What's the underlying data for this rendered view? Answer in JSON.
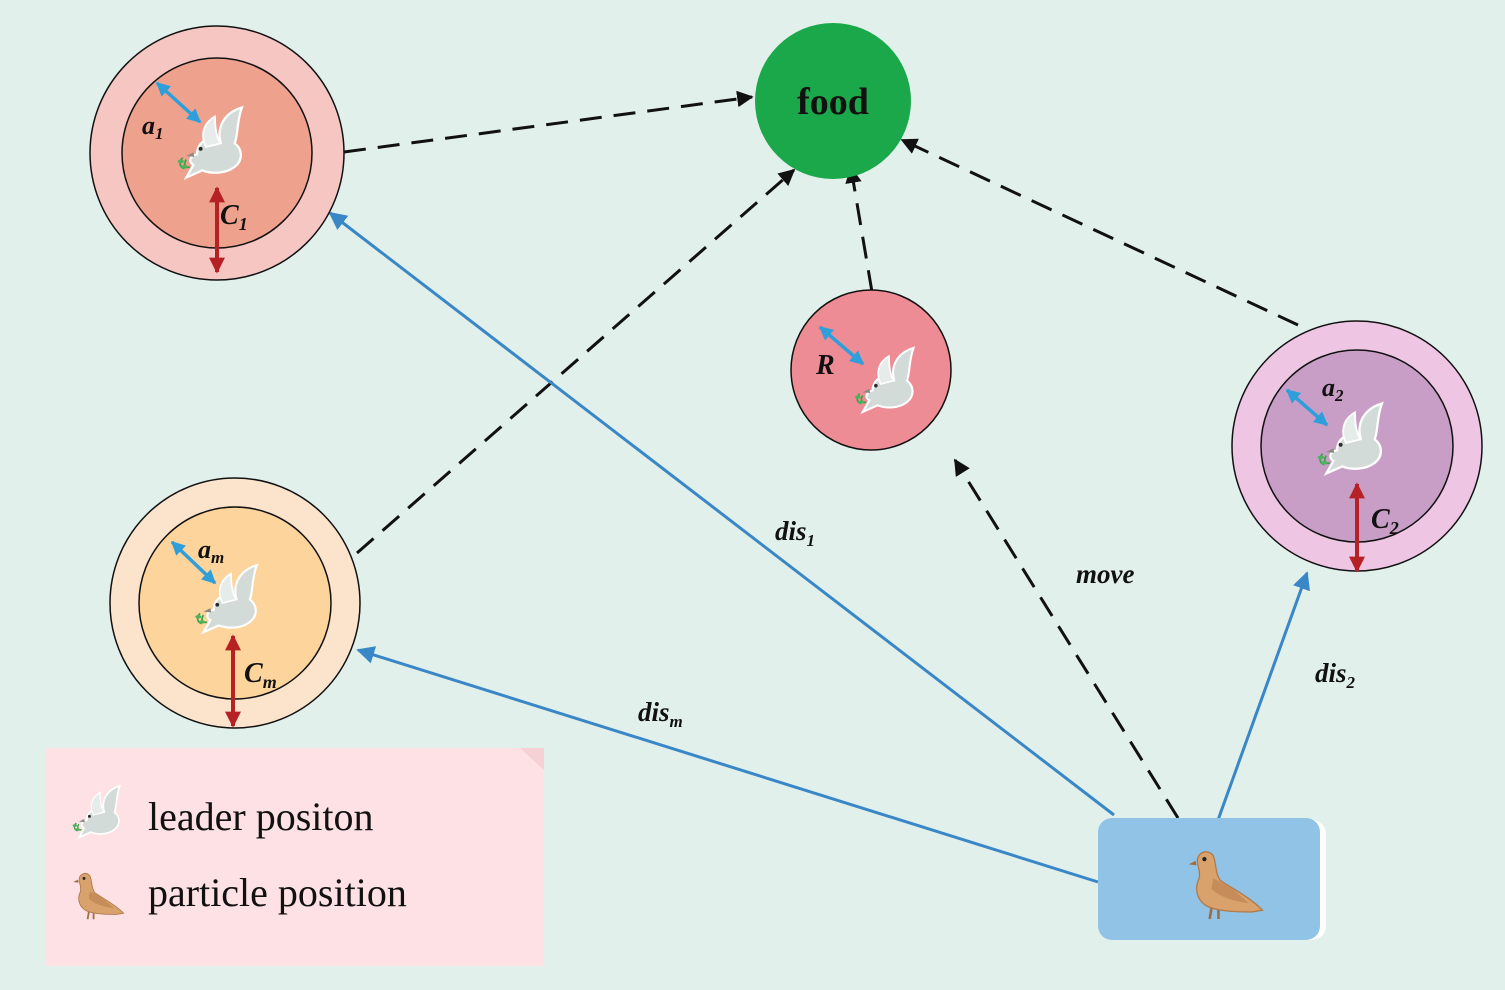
{
  "food": {
    "label": "food"
  },
  "leader1": {
    "a_base": "a",
    "a_sub": "1",
    "c_base": "C",
    "c_sub": "1"
  },
  "leader2": {
    "a_base": "a",
    "a_sub": "2",
    "c_base": "C",
    "c_sub": "2"
  },
  "leaderm": {
    "a_base": "a",
    "a_sub": "m",
    "c_base": "C",
    "c_sub": "m"
  },
  "center": {
    "r_label": "R"
  },
  "edges": {
    "dis1_base": "dis",
    "dis1_sub": "1",
    "dis2_base": "dis",
    "dis2_sub": "2",
    "dism_base": "dis",
    "dism_sub": "m",
    "move": "move"
  },
  "legend": {
    "leader_label": "leader positon",
    "particle_label": "particle position"
  },
  "colors": {
    "background": "#e2f0ec",
    "food": "#1aa84a",
    "leader1_outer": "#f6c6c3",
    "leader1_inner": "#eea18c",
    "leader2_outer": "#eec5e3",
    "leader2_inner": "#c89ec6",
    "leaderm_outer": "#fbe3cc",
    "leaderm_inner": "#fdd49c",
    "center_fill": "#ee8c95",
    "particle_box": "#90c3e6",
    "legend_box": "#fde1e4",
    "blue_line": "#3a87c7",
    "red_arrow": "#b62126",
    "cyan_arrow": "#2e9fdb"
  }
}
